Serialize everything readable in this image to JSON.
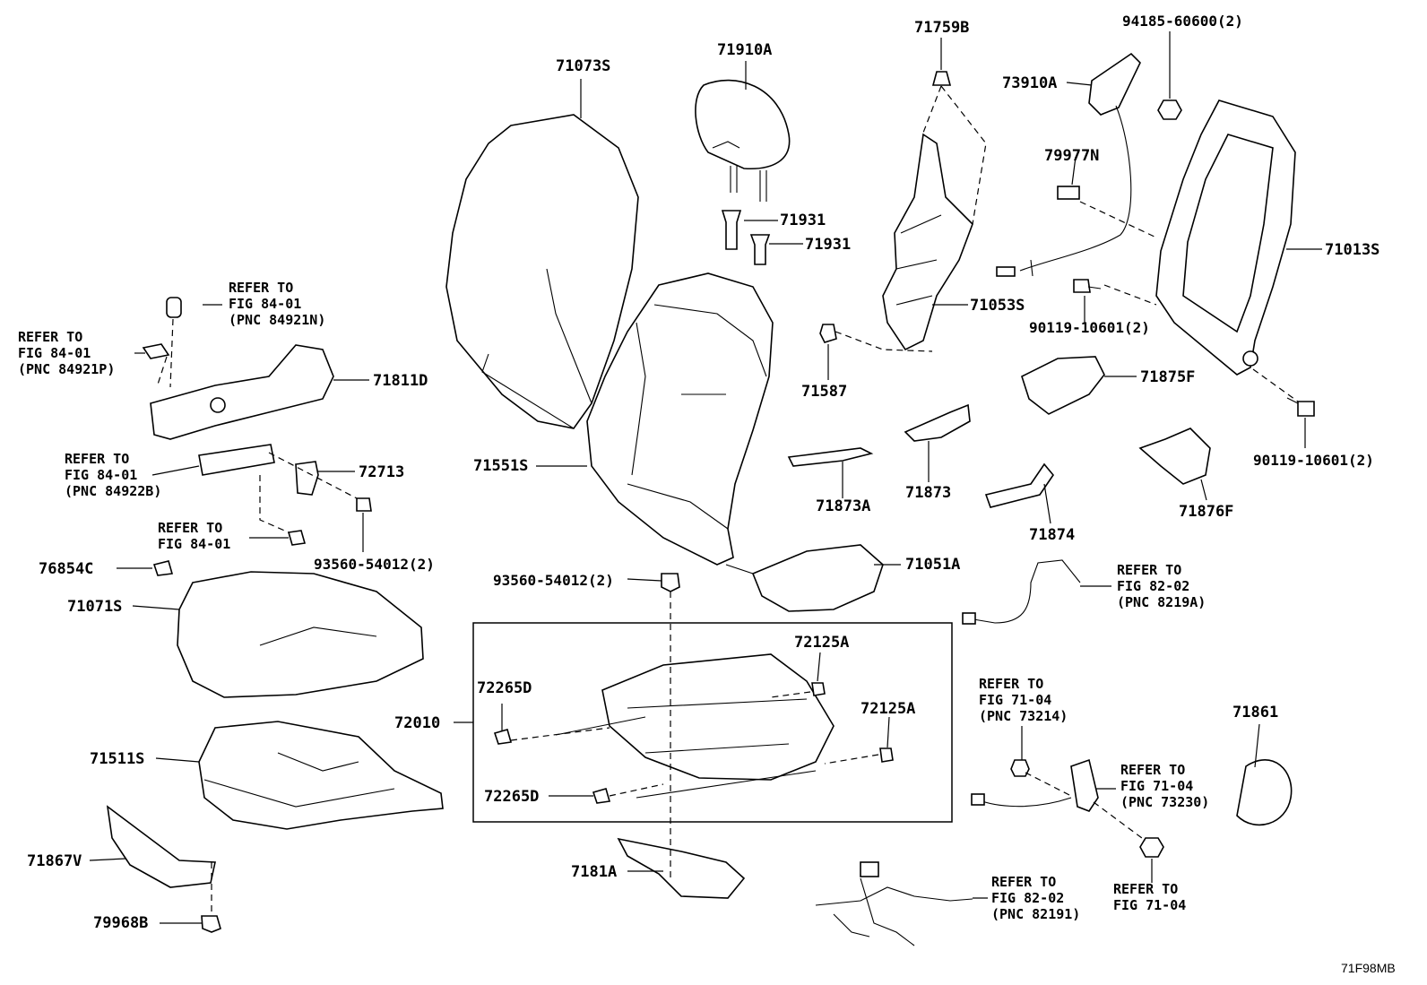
{
  "labels": {
    "p71073S": "71073S",
    "p71910A": "71910A",
    "p71759B": "71759B",
    "p94185": "94185-60600(2)",
    "p73910A": "73910A",
    "p79977N": "79977N",
    "p71013S": "71013S",
    "p71931a": "71931",
    "p71931b": "71931",
    "p71053S": "71053S",
    "p90119a": "90119-10601(2)",
    "p71811D": "71811D",
    "p71587": "71587",
    "p71875F": "71875F",
    "p72713": "72713",
    "p71551S": "71551S",
    "p71873A": "71873A",
    "p71873": "71873",
    "p90119b": "90119-10601(2)",
    "p71876F": "71876F",
    "p71874": "71874",
    "p93560a": "93560-54012(2)",
    "p76854C": "76854C",
    "p71051A": "71051A",
    "p93560b": "93560-54012(2)",
    "p71071S": "71071S",
    "p72125Aa": "72125A",
    "p72265Da": "72265D",
    "p72010": "72010",
    "p72125Ab": "72125A",
    "p71861": "71861",
    "p71511S": "71511S",
    "p72265Db": "72265D",
    "p71867V": "71867V",
    "p7181A": "7181A",
    "p79968B": "79968B"
  },
  "refs": {
    "r84921N": [
      "REFER TO",
      "FIG 84-01",
      "(PNC 84921N)"
    ],
    "r84921P": [
      "REFER TO",
      "FIG 84-01",
      "(PNC 84921P)"
    ],
    "r84922B": [
      "REFER TO",
      "FIG 84-01",
      "(PNC 84922B)"
    ],
    "r8401": [
      "REFER TO",
      "FIG 84-01"
    ],
    "r8219A": [
      "REFER TO",
      "FIG 82-02",
      "(PNC 8219A)"
    ],
    "r73214": [
      "REFER TO",
      "FIG 71-04",
      "(PNC 73214)"
    ],
    "r73230": [
      "REFER TO",
      "FIG 71-04",
      "(PNC 73230)"
    ],
    "r7104": [
      "REFER TO",
      "FIG 71-04"
    ],
    "r82191": [
      "REFER TO",
      "FIG 82-02",
      "(PNC 82191)"
    ]
  },
  "figure_code": "71F98MB"
}
